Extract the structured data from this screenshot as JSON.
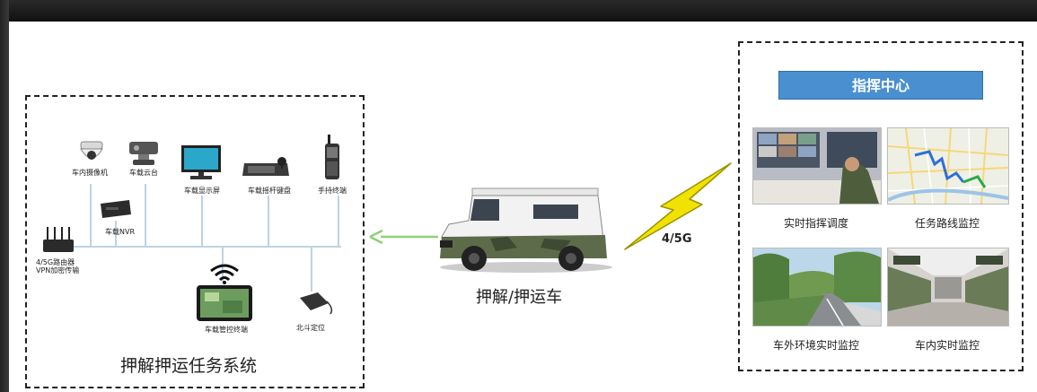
{
  "left_system": {
    "title": "押解押运任务系统",
    "devices": {
      "camera": "车内摄像机",
      "ptz": "车载云台",
      "display": "车载显示屏",
      "keyboard": "车载摇杆键盘",
      "handheld": "手持终端",
      "nvr": "车载NVR",
      "router_line1": "4/5G路由器",
      "router_line2": "VPN加密传输",
      "tablet": "车载管控终端",
      "beidou": "北斗定位"
    }
  },
  "vehicle": {
    "label": "押解/押运车"
  },
  "link": {
    "label": "4/5G"
  },
  "command_center": {
    "title": "指挥中心",
    "panels": [
      {
        "caption": "实时指挥调度"
      },
      {
        "caption": "任务路线监控"
      },
      {
        "caption": "车外环境实时监控"
      },
      {
        "caption": "车内实时监控"
      }
    ]
  },
  "colors": {
    "title_bar": "#4a90d0",
    "arrow": "#8dd07a",
    "bolt": "#f2e200"
  }
}
